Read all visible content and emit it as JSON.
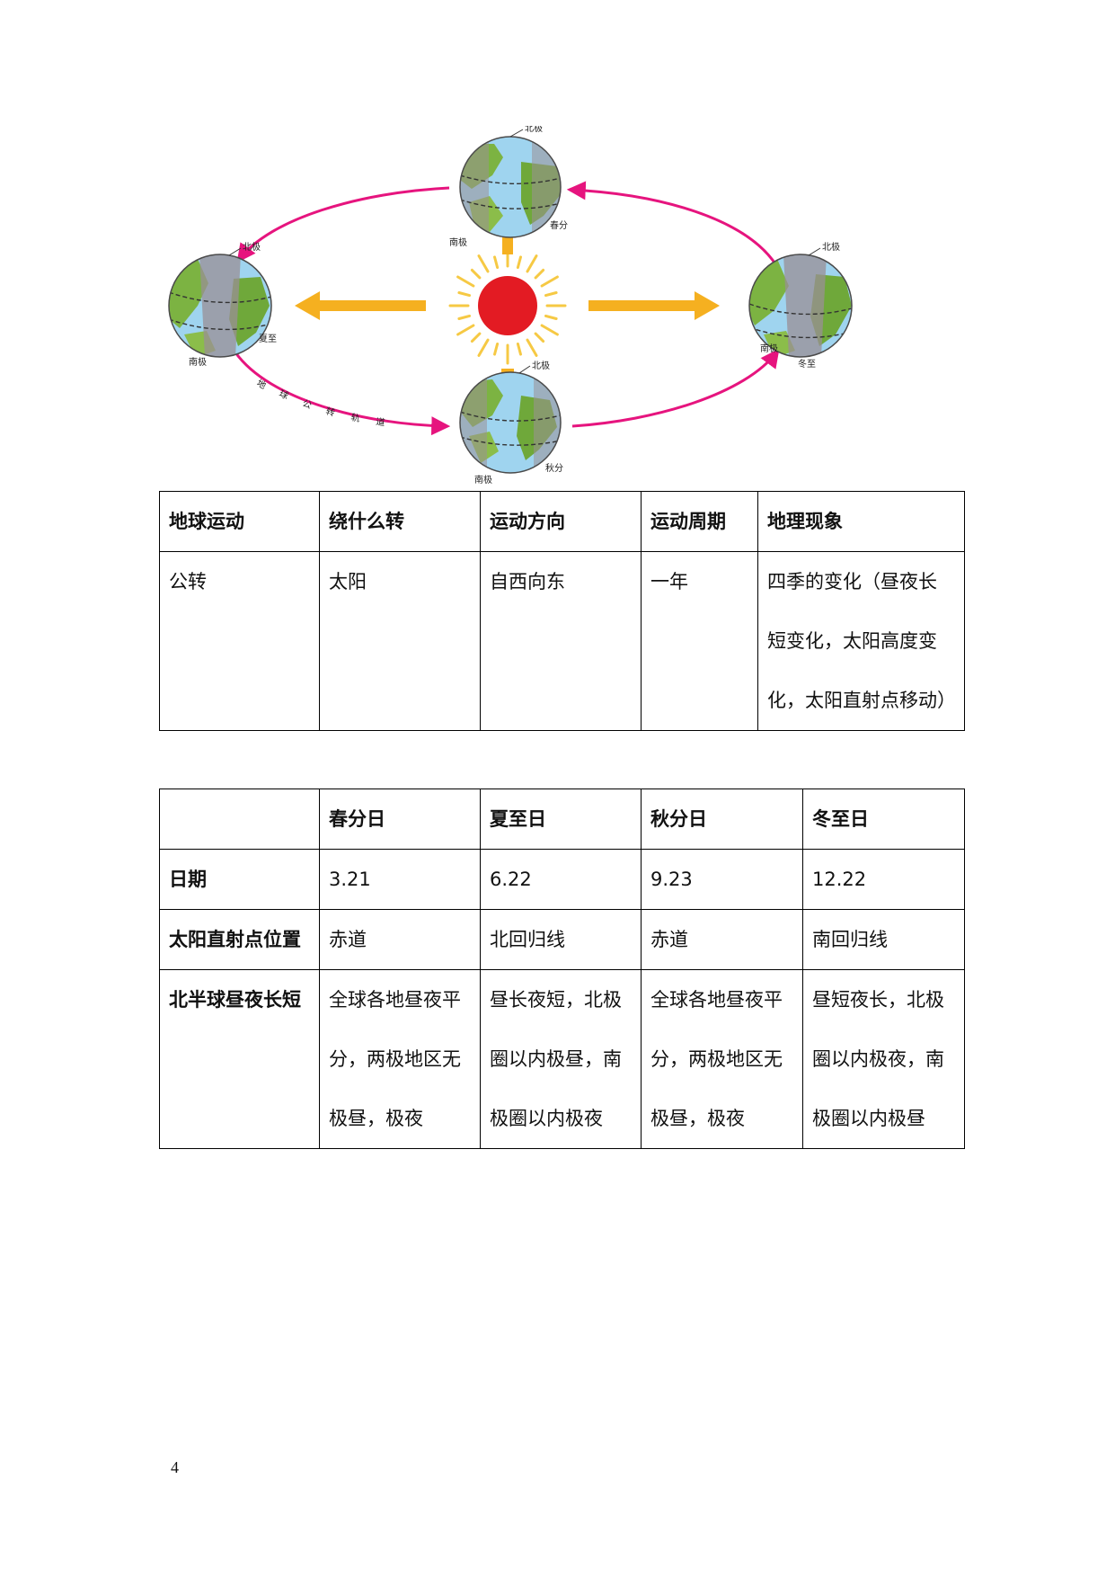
{
  "diagram": {
    "earth_labels": {
      "top": {
        "north": "北极",
        "south": "南极",
        "season": "春分"
      },
      "left": {
        "north": "北极",
        "south": "南极",
        "season": "夏至"
      },
      "right": {
        "north": "北极",
        "south": "南极",
        "season": "冬至"
      },
      "bottom": {
        "north": "北极",
        "south": "南极",
        "season": "秋分"
      }
    },
    "orbit_label": "地球公转轨道",
    "colors": {
      "orbit": "#e6147e",
      "sun": "#e31b23",
      "sun_rays": "#f6c944",
      "arrows": "#f5b020",
      "ocean": "#9fd4ef",
      "land": "#6fa83a",
      "night": "#9a8f96"
    }
  },
  "table1": {
    "headers": [
      "地球运动",
      "绕什么转",
      "运动方向",
      "运动周期",
      "地理现象"
    ],
    "row": {
      "motion": "公转",
      "center": "太阳",
      "direction": "自西向东",
      "period": "一年",
      "phenomena_lines": [
        "四季的变化（昼夜长",
        "短变化，太阳高度变",
        "化，太阳直射点移动）"
      ]
    }
  },
  "table2": {
    "headers": [
      "",
      "春分日",
      "夏至日",
      "秋分日",
      "冬至日"
    ],
    "date_row": {
      "label": "日期",
      "values": [
        "3.21",
        "6.22",
        "9.23",
        "12.22"
      ]
    },
    "position_row": {
      "label": "太阳直射点位置",
      "values": [
        "赤道",
        "北回归线",
        "赤道",
        "南回归线"
      ]
    },
    "daylength_row": {
      "label": "北半球昼夜长短",
      "cells": [
        [
          "全球各地昼夜平",
          "分，两极地区无",
          "极昼，极夜"
        ],
        [
          "昼长夜短，北极",
          "圈以内极昼，南",
          "极圈以内极夜"
        ],
        [
          "全球各地昼夜平",
          "分，两极地区无",
          "极昼，极夜"
        ],
        [
          "昼短夜长，北极",
          "圈以内极夜，南",
          "极圈以内极昼"
        ]
      ]
    }
  },
  "page_number": "4"
}
